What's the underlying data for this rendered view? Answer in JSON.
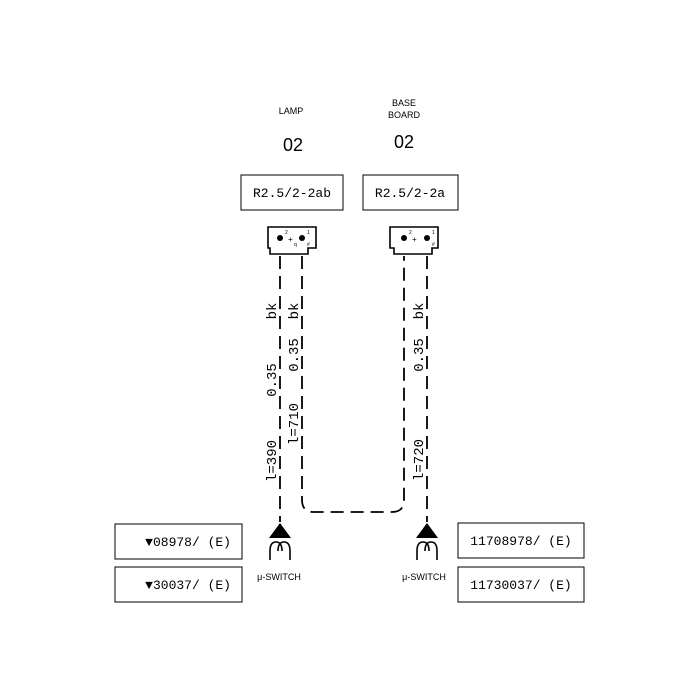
{
  "connectors": [
    {
      "title_lines": [
        "LAMP"
      ],
      "number": "02",
      "part_code": "R2.5/2-2ab",
      "pin_labels": [
        "2",
        "+",
        "1",
        "q",
        "#"
      ]
    },
    {
      "title_lines": [
        "BASE",
        "BOARD"
      ],
      "number": "02",
      "part_code": "R2.5/2-2a",
      "pin_labels": [
        "2",
        "+",
        "1",
        "#"
      ]
    }
  ],
  "wires": [
    {
      "section": "0.35",
      "color": "bk",
      "length": "l=390"
    },
    {
      "section": "0.35",
      "color": "bk",
      "length": "l=710"
    },
    {
      "section": "0.35",
      "color": "bk",
      "length": "l=720"
    }
  ],
  "switches": [
    {
      "label": "μ-SWITCH",
      "part_numbers": [
        "▼08978/ (E)",
        "▼30037/ (E)"
      ]
    },
    {
      "label": "μ-SWITCH",
      "part_numbers": [
        "11708978/ (E)",
        "11730037/ (E)"
      ]
    }
  ]
}
